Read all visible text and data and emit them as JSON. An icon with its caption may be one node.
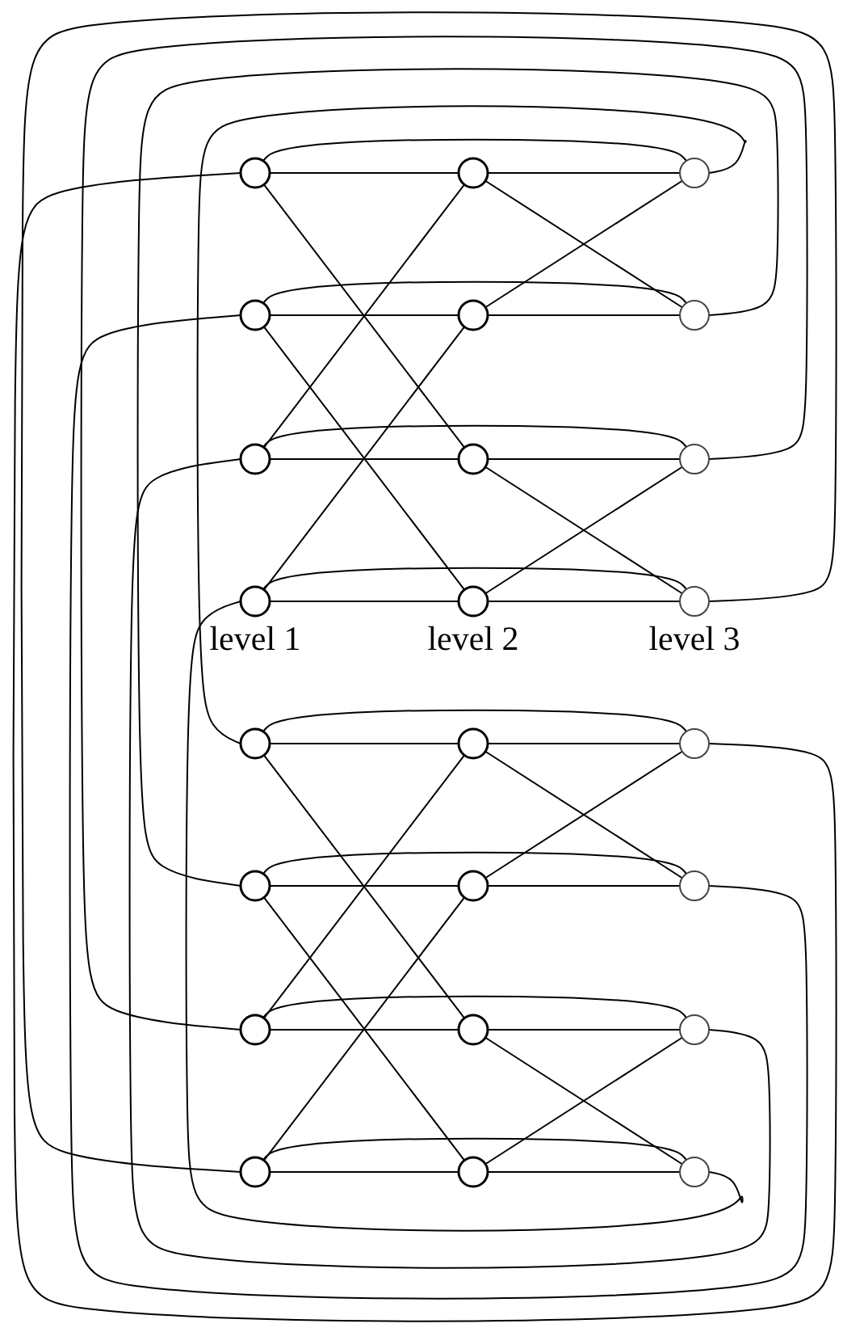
{
  "diagram": {
    "nodes": [
      {
        "text": [],
        "shape": "circle"
      },
      {
        "text": [],
        "shape": "circle"
      },
      {
        "text": [],
        "shape": "circle"
      },
      {
        "text": [],
        "shape": "circle"
      },
      {
        "text": [],
        "shape": "circle"
      },
      {
        "text": [],
        "shape": "circle"
      },
      {
        "text": [],
        "shape": "circle"
      },
      {
        "text": [],
        "shape": "circle"
      },
      {
        "text": [],
        "shape": "circle"
      },
      {
        "text": [],
        "shape": "circle"
      },
      {
        "text": [],
        "shape": "circle"
      },
      {
        "text": [],
        "shape": "circle"
      },
      {
        "text": [],
        "shape": "circle"
      },
      {
        "text": [],
        "shape": "circle"
      },
      {
        "text": [],
        "shape": "circle"
      },
      {
        "text": [],
        "shape": "circle"
      },
      {
        "text": [],
        "shape": "circle"
      },
      {
        "text": [],
        "shape": "circle"
      },
      {
        "text": [],
        "shape": "circle"
      },
      {
        "text": [],
        "shape": "circle"
      },
      {
        "text": [],
        "shape": "circle"
      },
      {
        "text": [],
        "shape": "circle"
      },
      {
        "text": [],
        "shape": "circle"
      },
      {
        "text": [],
        "shape": "circle"
      }
    ],
    "edges": [
      {
        "from": 0,
        "to": 1,
        "arrow": "none"
      },
      {
        "from": 1,
        "to": 2,
        "arrow": "none"
      },
      {
        "from": 0,
        "to": 2,
        "arrow": "none"
      },
      {
        "from": 3,
        "to": 4,
        "arrow": "none"
      },
      {
        "from": 4,
        "to": 5,
        "arrow": "none"
      },
      {
        "from": 3,
        "to": 5,
        "arrow": "none"
      },
      {
        "from": 6,
        "to": 7,
        "arrow": "none"
      },
      {
        "from": 7,
        "to": 8,
        "arrow": "none"
      },
      {
        "from": 6,
        "to": 8,
        "arrow": "none"
      },
      {
        "from": 9,
        "to": 10,
        "arrow": "none"
      },
      {
        "from": 10,
        "to": 11,
        "arrow": "none"
      },
      {
        "from": 9,
        "to": 11,
        "arrow": "none"
      },
      {
        "from": 12,
        "to": 13,
        "arrow": "none"
      },
      {
        "from": 13,
        "to": 14,
        "arrow": "none"
      },
      {
        "from": 12,
        "to": 14,
        "arrow": "none"
      },
      {
        "from": 15,
        "to": 16,
        "arrow": "none"
      },
      {
        "from": 16,
        "to": 17,
        "arrow": "none"
      },
      {
        "from": 15,
        "to": 17,
        "arrow": "none"
      },
      {
        "from": 18,
        "to": 19,
        "arrow": "none"
      },
      {
        "from": 19,
        "to": 20,
        "arrow": "none"
      },
      {
        "from": 18,
        "to": 20,
        "arrow": "none"
      },
      {
        "from": 21,
        "to": 22,
        "arrow": "none"
      },
      {
        "from": 22,
        "to": 23,
        "arrow": "none"
      },
      {
        "from": 21,
        "to": 23,
        "arrow": "none"
      },
      {
        "from": 0,
        "to": 7,
        "arrow": "none"
      },
      {
        "from": 3,
        "to": 10,
        "arrow": "none"
      },
      {
        "from": 6,
        "to": 1,
        "arrow": "none"
      },
      {
        "from": 9,
        "to": 4,
        "arrow": "none"
      },
      {
        "from": 12,
        "to": 19,
        "arrow": "none"
      },
      {
        "from": 15,
        "to": 22,
        "arrow": "none"
      },
      {
        "from": 18,
        "to": 13,
        "arrow": "none"
      },
      {
        "from": 21,
        "to": 16,
        "arrow": "none"
      },
      {
        "from": 1,
        "to": 5,
        "arrow": "none"
      },
      {
        "from": 4,
        "to": 2,
        "arrow": "none"
      },
      {
        "from": 7,
        "to": 11,
        "arrow": "none"
      },
      {
        "from": 10,
        "to": 8,
        "arrow": "none"
      },
      {
        "from": 13,
        "to": 17,
        "arrow": "none"
      },
      {
        "from": 16,
        "to": 14,
        "arrow": "none"
      },
      {
        "from": 19,
        "to": 23,
        "arrow": "none"
      },
      {
        "from": 22,
        "to": 20,
        "arrow": "none"
      },
      {
        "from": 2,
        "to": 12,
        "arrow": "none"
      },
      {
        "from": 5,
        "to": 15,
        "arrow": "none"
      },
      {
        "from": 8,
        "to": 18,
        "arrow": "none"
      },
      {
        "from": 11,
        "to": 21,
        "arrow": "none"
      },
      {
        "from": 14,
        "to": 0,
        "arrow": "none"
      },
      {
        "from": 17,
        "to": 3,
        "arrow": "none"
      },
      {
        "from": 20,
        "to": 6,
        "arrow": "none"
      },
      {
        "from": 23,
        "to": 9,
        "arrow": "none"
      }
    ],
    "labels": [
      "level 1",
      "level 2",
      "level 3"
    ]
  }
}
